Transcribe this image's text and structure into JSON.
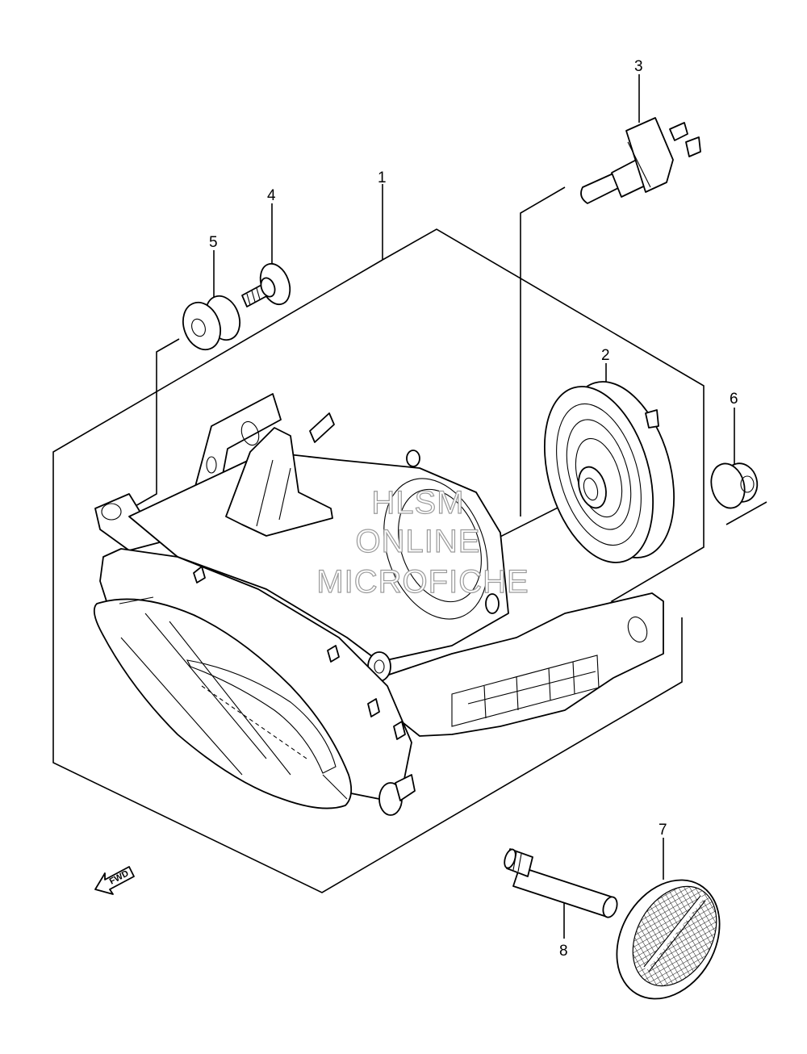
{
  "callouts": {
    "c1": "1",
    "c2": "2",
    "c3": "3",
    "c4": "4",
    "c5": "5",
    "c6": "6",
    "c7": "7",
    "c8": "8"
  },
  "watermark": {
    "line1": "HLSM",
    "line2": "ONLINE",
    "line3": "MICROFICHE"
  },
  "direction_label": "FWD",
  "colors": {
    "line": "#000000",
    "background": "#ffffff",
    "watermark_outline": "#9a9a9a"
  }
}
